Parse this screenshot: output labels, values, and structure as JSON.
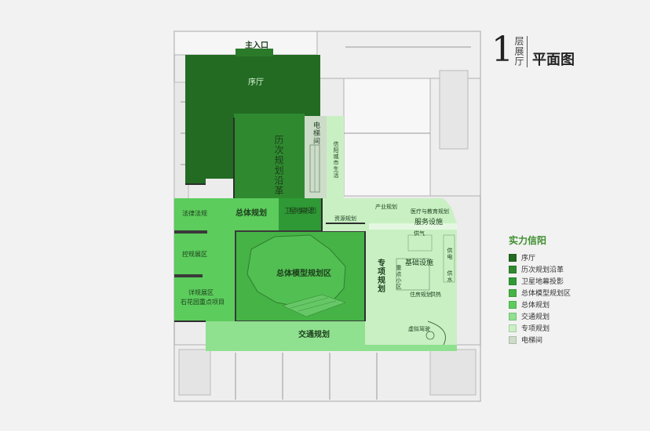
{
  "header": {
    "floor_number": "1",
    "floor_sub": "层展厅",
    "title": "平面图"
  },
  "legend": {
    "title": "实力信阳",
    "items": [
      {
        "label": "序厅",
        "color": "#236b23"
      },
      {
        "label": "历次规划沿革",
        "color": "#2f8a2f"
      },
      {
        "label": "卫星地幕投影",
        "color": "#2f9a35"
      },
      {
        "label": "总体模型规划区",
        "color": "#45b345"
      },
      {
        "label": "总体规划",
        "color": "#5ccc5c"
      },
      {
        "label": "交通规划",
        "color": "#8fe08f"
      },
      {
        "label": "专项规划",
        "color": "#c9f0c3"
      },
      {
        "label": "电梯间",
        "color": "#cddcc9"
      }
    ]
  },
  "plan": {
    "entrance": "主入口",
    "lobby": "序厅",
    "history": "历次规划沿革",
    "elevator": "电梯间",
    "city_life": "信阳城市生活",
    "satellite": "卫星地幕投影",
    "master_plan": "总体规划",
    "law": "法律法规",
    "control": "控规展区",
    "detail": "详规展区",
    "project": "石花园重点项目",
    "model_area": "总体模型规划区",
    "special_plan": "专项规划",
    "resources": "资源规划",
    "industry": "产业规划",
    "medical_edu": "医疗与教育规划",
    "services": "服务设施",
    "infrastructure": "基础设施",
    "key_area": "重点小区",
    "housing": "住房规划",
    "gas": "供气",
    "power": "供电",
    "water": "供水",
    "heat": "供热",
    "sim_drive": "虚拟驾驶",
    "traffic": "交通规划"
  }
}
